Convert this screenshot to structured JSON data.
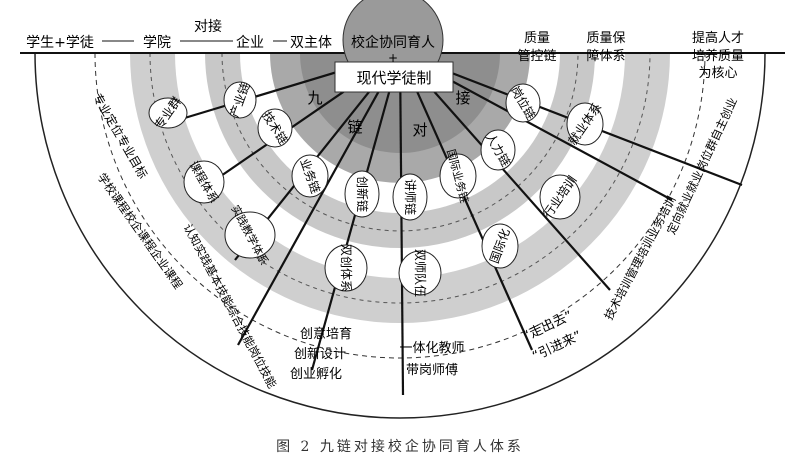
{
  "top": {
    "student_apprentice": "学生+学徒",
    "college": "学院",
    "docking": "对接",
    "enterprise": "企业",
    "dual": "双主体",
    "quality_chain_1": "质量",
    "quality_chain_2": "管控链",
    "quality_system_1": "质量保",
    "quality_system_2": "障体系",
    "goal_1": "提高人才",
    "goal_2": "培养质量",
    "goal_3": "为核心"
  },
  "center": {
    "line1": "校企协同育人",
    "plus": "+",
    "line2": "现代学徒制",
    "nine": "九",
    "chain": "链",
    "dui": "对",
    "jie": "接"
  },
  "chains": [
    {
      "text": "专业群"
    },
    {
      "text": "产业链"
    },
    {
      "text": "技术链"
    },
    {
      "text": "课程体系"
    },
    {
      "text": "业务链"
    },
    {
      "text": "创新链"
    },
    {
      "text": "讲师链"
    },
    {
      "text": "国际业务链"
    },
    {
      "text": "人力链"
    },
    {
      "text": "岗位链"
    }
  ],
  "systems": [
    {
      "text": "实践教学体系"
    },
    {
      "text": "双创体系"
    },
    {
      "text": "双师队伍"
    },
    {
      "text": "国际化"
    },
    {
      "text": "行业培训"
    },
    {
      "text": "就业体系"
    }
  ],
  "outer": {
    "major": "专业定位专业目标",
    "course": "学校课程校企课程企业课程",
    "practice": "认知实践基本技能综合技能岗位技能",
    "innovation_1": "创意培育",
    "innovation_2": "创新设计",
    "innovation_3": "创业孵化",
    "teacher_1": "一体化教师",
    "teacher_2": "带岗师傅",
    "intl_1": "“走出去”",
    "intl_2": "“引进来”",
    "training": "技术培训管理培训业务培训",
    "employment": "定向就业就业岗位群自主创业"
  },
  "caption": "图 2   九链对接校企协同育人体系"
}
